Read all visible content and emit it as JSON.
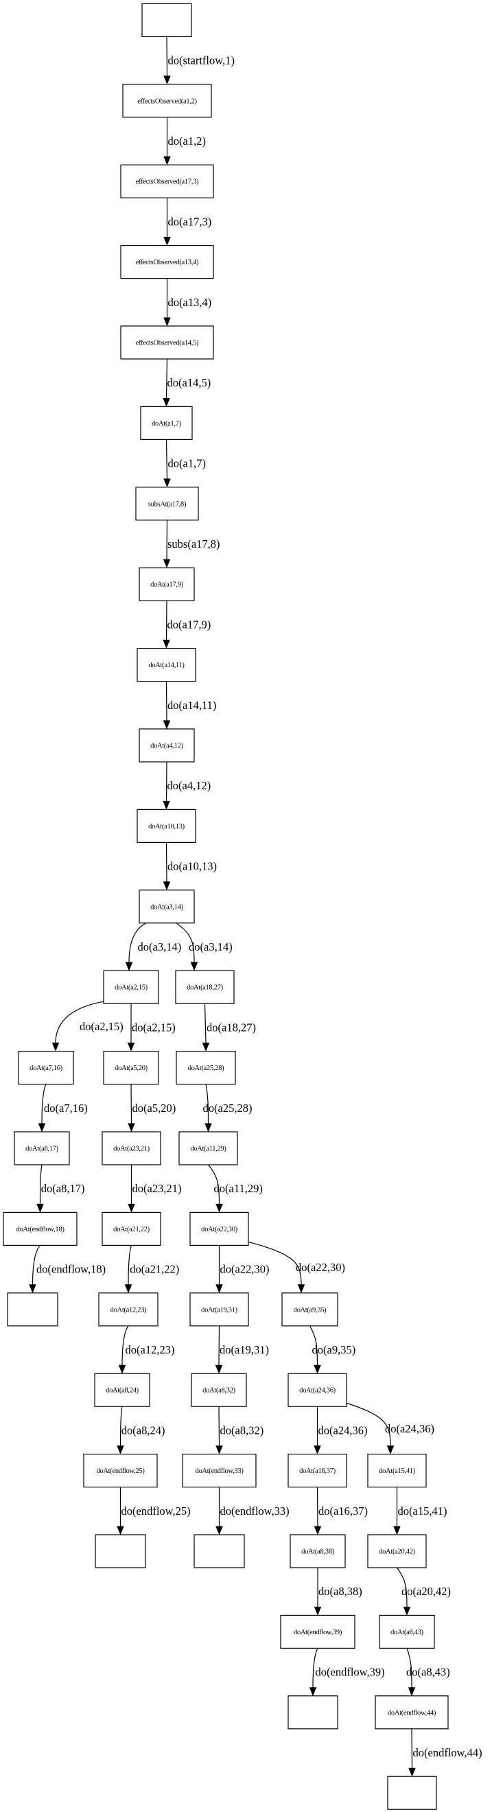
{
  "nodes": [
    {
      "id": "n0",
      "label": ""
    },
    {
      "id": "n1",
      "label": "effectsObserved(a1,2)"
    },
    {
      "id": "n2",
      "label": "effectsObserved(a17,3)"
    },
    {
      "id": "n3",
      "label": "effectsObserved(a13,4)"
    },
    {
      "id": "n4",
      "label": "effectsObserved(a14,5)"
    },
    {
      "id": "n5",
      "label": "doAt(a1,7)"
    },
    {
      "id": "n6",
      "label": "subsAt(a17,8)"
    },
    {
      "id": "n7",
      "label": "doAt(a17,9)"
    },
    {
      "id": "n8",
      "label": "doAt(a14,11)"
    },
    {
      "id": "n9",
      "label": "doAt(a4,12)"
    },
    {
      "id": "n10",
      "label": "doAt(a10,13)"
    },
    {
      "id": "n11",
      "label": "doAt(a3,14)"
    },
    {
      "id": "n12",
      "label": "doAt(a2,15)"
    },
    {
      "id": "n13",
      "label": "doAt(a18,27)"
    },
    {
      "id": "n14",
      "label": "doAt(a7,16)"
    },
    {
      "id": "n15",
      "label": "doAt(a5,20)"
    },
    {
      "id": "n16",
      "label": "doAt(a25,28)"
    },
    {
      "id": "n17",
      "label": "doAt(a8,17)"
    },
    {
      "id": "n18",
      "label": "doAt(a23,21)"
    },
    {
      "id": "n19",
      "label": "doAt(a11,29)"
    },
    {
      "id": "n20",
      "label": "doAt(endflow,18)"
    },
    {
      "id": "n21",
      "label": "doAt(a21,22)"
    },
    {
      "id": "n22",
      "label": "doAt(a22,30)"
    },
    {
      "id": "n23",
      "label": ""
    },
    {
      "id": "n24",
      "label": "doAt(a12,23)"
    },
    {
      "id": "n25",
      "label": "doAt(a19,31)"
    },
    {
      "id": "n26",
      "label": "doAt(a9,35)"
    },
    {
      "id": "n27",
      "label": "doAt(a8,24)"
    },
    {
      "id": "n28",
      "label": "doAt(a8,32)"
    },
    {
      "id": "n29",
      "label": "doAt(a24,36)"
    },
    {
      "id": "n30",
      "label": "doAt(endflow,25)"
    },
    {
      "id": "n31",
      "label": "doAt(endflow,33)"
    },
    {
      "id": "n32",
      "label": "doAt(a16,37)"
    },
    {
      "id": "n33",
      "label": "doAt(a15,41)"
    },
    {
      "id": "n34",
      "label": ""
    },
    {
      "id": "n35",
      "label": ""
    },
    {
      "id": "n36",
      "label": "doAt(a8,38)"
    },
    {
      "id": "n37",
      "label": "doAt(a20,42)"
    },
    {
      "id": "n38",
      "label": "doAt(endflow,39)"
    },
    {
      "id": "n39",
      "label": "doAt(a8,43)"
    },
    {
      "id": "n40",
      "label": ""
    },
    {
      "id": "n41",
      "label": "doAt(endflow,44)"
    },
    {
      "id": "n42",
      "label": ""
    }
  ],
  "edges": [
    {
      "from": "n0",
      "to": "n1",
      "label": "do(startflow,1)"
    },
    {
      "from": "n1",
      "to": "n2",
      "label": "do(a1,2)"
    },
    {
      "from": "n2",
      "to": "n3",
      "label": "do(a17,3)"
    },
    {
      "from": "n3",
      "to": "n4",
      "label": "do(a13,4)"
    },
    {
      "from": "n4",
      "to": "n5",
      "label": "do(a14,5)"
    },
    {
      "from": "n5",
      "to": "n6",
      "label": "do(a1,7)"
    },
    {
      "from": "n6",
      "to": "n7",
      "label": "subs(a17,8)"
    },
    {
      "from": "n7",
      "to": "n8",
      "label": "do(a17,9)"
    },
    {
      "from": "n8",
      "to": "n9",
      "label": "do(a14,11)"
    },
    {
      "from": "n9",
      "to": "n10",
      "label": "do(a4,12)"
    },
    {
      "from": "n10",
      "to": "n11",
      "label": "do(a10,13)"
    },
    {
      "from": "n11",
      "to": "n12",
      "label": "do(a3,14)"
    },
    {
      "from": "n11",
      "to": "n13",
      "label": "do(a3,14)"
    },
    {
      "from": "n12",
      "to": "n14",
      "label": "do(a2,15)"
    },
    {
      "from": "n12",
      "to": "n15",
      "label": "do(a2,15)"
    },
    {
      "from": "n13",
      "to": "n16",
      "label": "do(a18,27)"
    },
    {
      "from": "n14",
      "to": "n17",
      "label": "do(a7,16)"
    },
    {
      "from": "n15",
      "to": "n18",
      "label": "do(a5,20)"
    },
    {
      "from": "n16",
      "to": "n19",
      "label": "do(a25,28)"
    },
    {
      "from": "n17",
      "to": "n20",
      "label": "do(a8,17)"
    },
    {
      "from": "n18",
      "to": "n21",
      "label": "do(a23,21)"
    },
    {
      "from": "n19",
      "to": "n22",
      "label": "do(a11,29)"
    },
    {
      "from": "n20",
      "to": "n23",
      "label": "do(endflow,18)"
    },
    {
      "from": "n21",
      "to": "n24",
      "label": "do(a21,22)"
    },
    {
      "from": "n22",
      "to": "n25",
      "label": "do(a22,30)"
    },
    {
      "from": "n22",
      "to": "n26",
      "label": "do(a22,30)"
    },
    {
      "from": "n24",
      "to": "n27",
      "label": "do(a12,23)"
    },
    {
      "from": "n25",
      "to": "n28",
      "label": "do(a19,31)"
    },
    {
      "from": "n26",
      "to": "n29",
      "label": "do(a9,35)"
    },
    {
      "from": "n27",
      "to": "n30",
      "label": "do(a8,24)"
    },
    {
      "from": "n28",
      "to": "n31",
      "label": "do(a8,32)"
    },
    {
      "from": "n29",
      "to": "n32",
      "label": "do(a24,36)"
    },
    {
      "from": "n29",
      "to": "n33",
      "label": "do(a24,36)"
    },
    {
      "from": "n30",
      "to": "n34",
      "label": "do(endflow,25)"
    },
    {
      "from": "n31",
      "to": "n35",
      "label": "do(endflow,33)"
    },
    {
      "from": "n32",
      "to": "n36",
      "label": "do(a16,37)"
    },
    {
      "from": "n33",
      "to": "n37",
      "label": "do(a15,41)"
    },
    {
      "from": "n36",
      "to": "n38",
      "label": "do(a8,38)"
    },
    {
      "from": "n37",
      "to": "n39",
      "label": "do(a20,42)"
    },
    {
      "from": "n38",
      "to": "n40",
      "label": "do(endflow,39)"
    },
    {
      "from": "n39",
      "to": "n41",
      "label": "do(a8,43)"
    },
    {
      "from": "n41",
      "to": "n42",
      "label": "do(endflow,44)"
    }
  ]
}
